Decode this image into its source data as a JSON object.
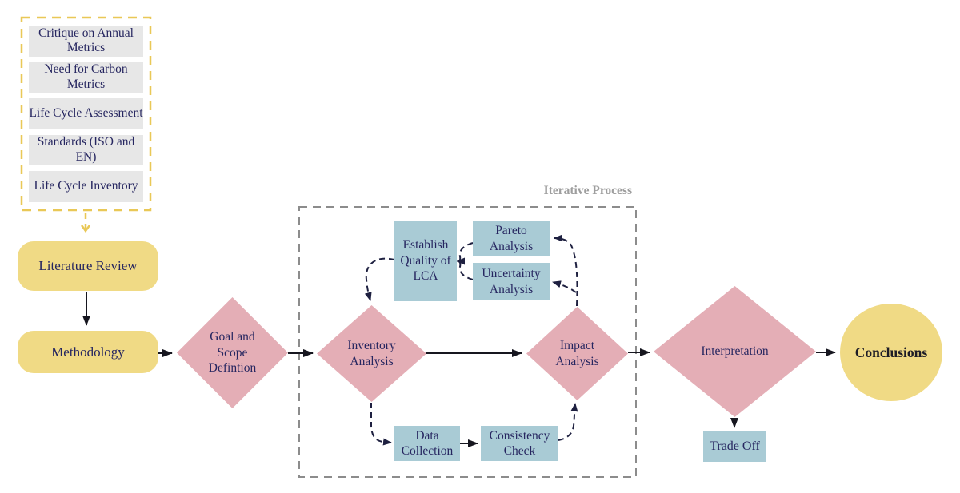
{
  "colors": {
    "yellow_fill": "#f0da85",
    "yellow_border": "#e9c857",
    "gray_fill": "#e7e7e7",
    "pink_fill": "#e4aeb6",
    "blue_fill": "#a9cbd5",
    "navy_text": "#262660",
    "gray_dash": "#8c8c8c",
    "label_gray": "#9e9e9e",
    "arrow_black": "#16161f",
    "arrow_navy": "#1e2040",
    "conclusions_text": "#1d1c26"
  },
  "sources": {
    "items": [
      "Critique on Annual Metrics",
      "Need for Carbon Metrics",
      "Life Cycle Assessment",
      "Standards (ISO and EN)",
      "Life Cycle Inventory"
    ]
  },
  "nodes": {
    "literature_review": "Literature Review",
    "methodology": "Methodology",
    "goal_scope": "Goal and Scope Defintion",
    "inventory_analysis": "Inventory Analysis",
    "establish_quality": "Establish Quality of LCA",
    "pareto": "Pareto Analysis",
    "uncertainty": "Uncertainty Analysis",
    "impact_analysis": "Impact Analysis",
    "data_collection": "Data Collection",
    "consistency_check": "Consistency Check",
    "interpretation": "Interpretation",
    "trade_off": "Trade Off",
    "conclusions": "Conclusions"
  },
  "labels": {
    "iterative_process": "Iterative Process"
  }
}
